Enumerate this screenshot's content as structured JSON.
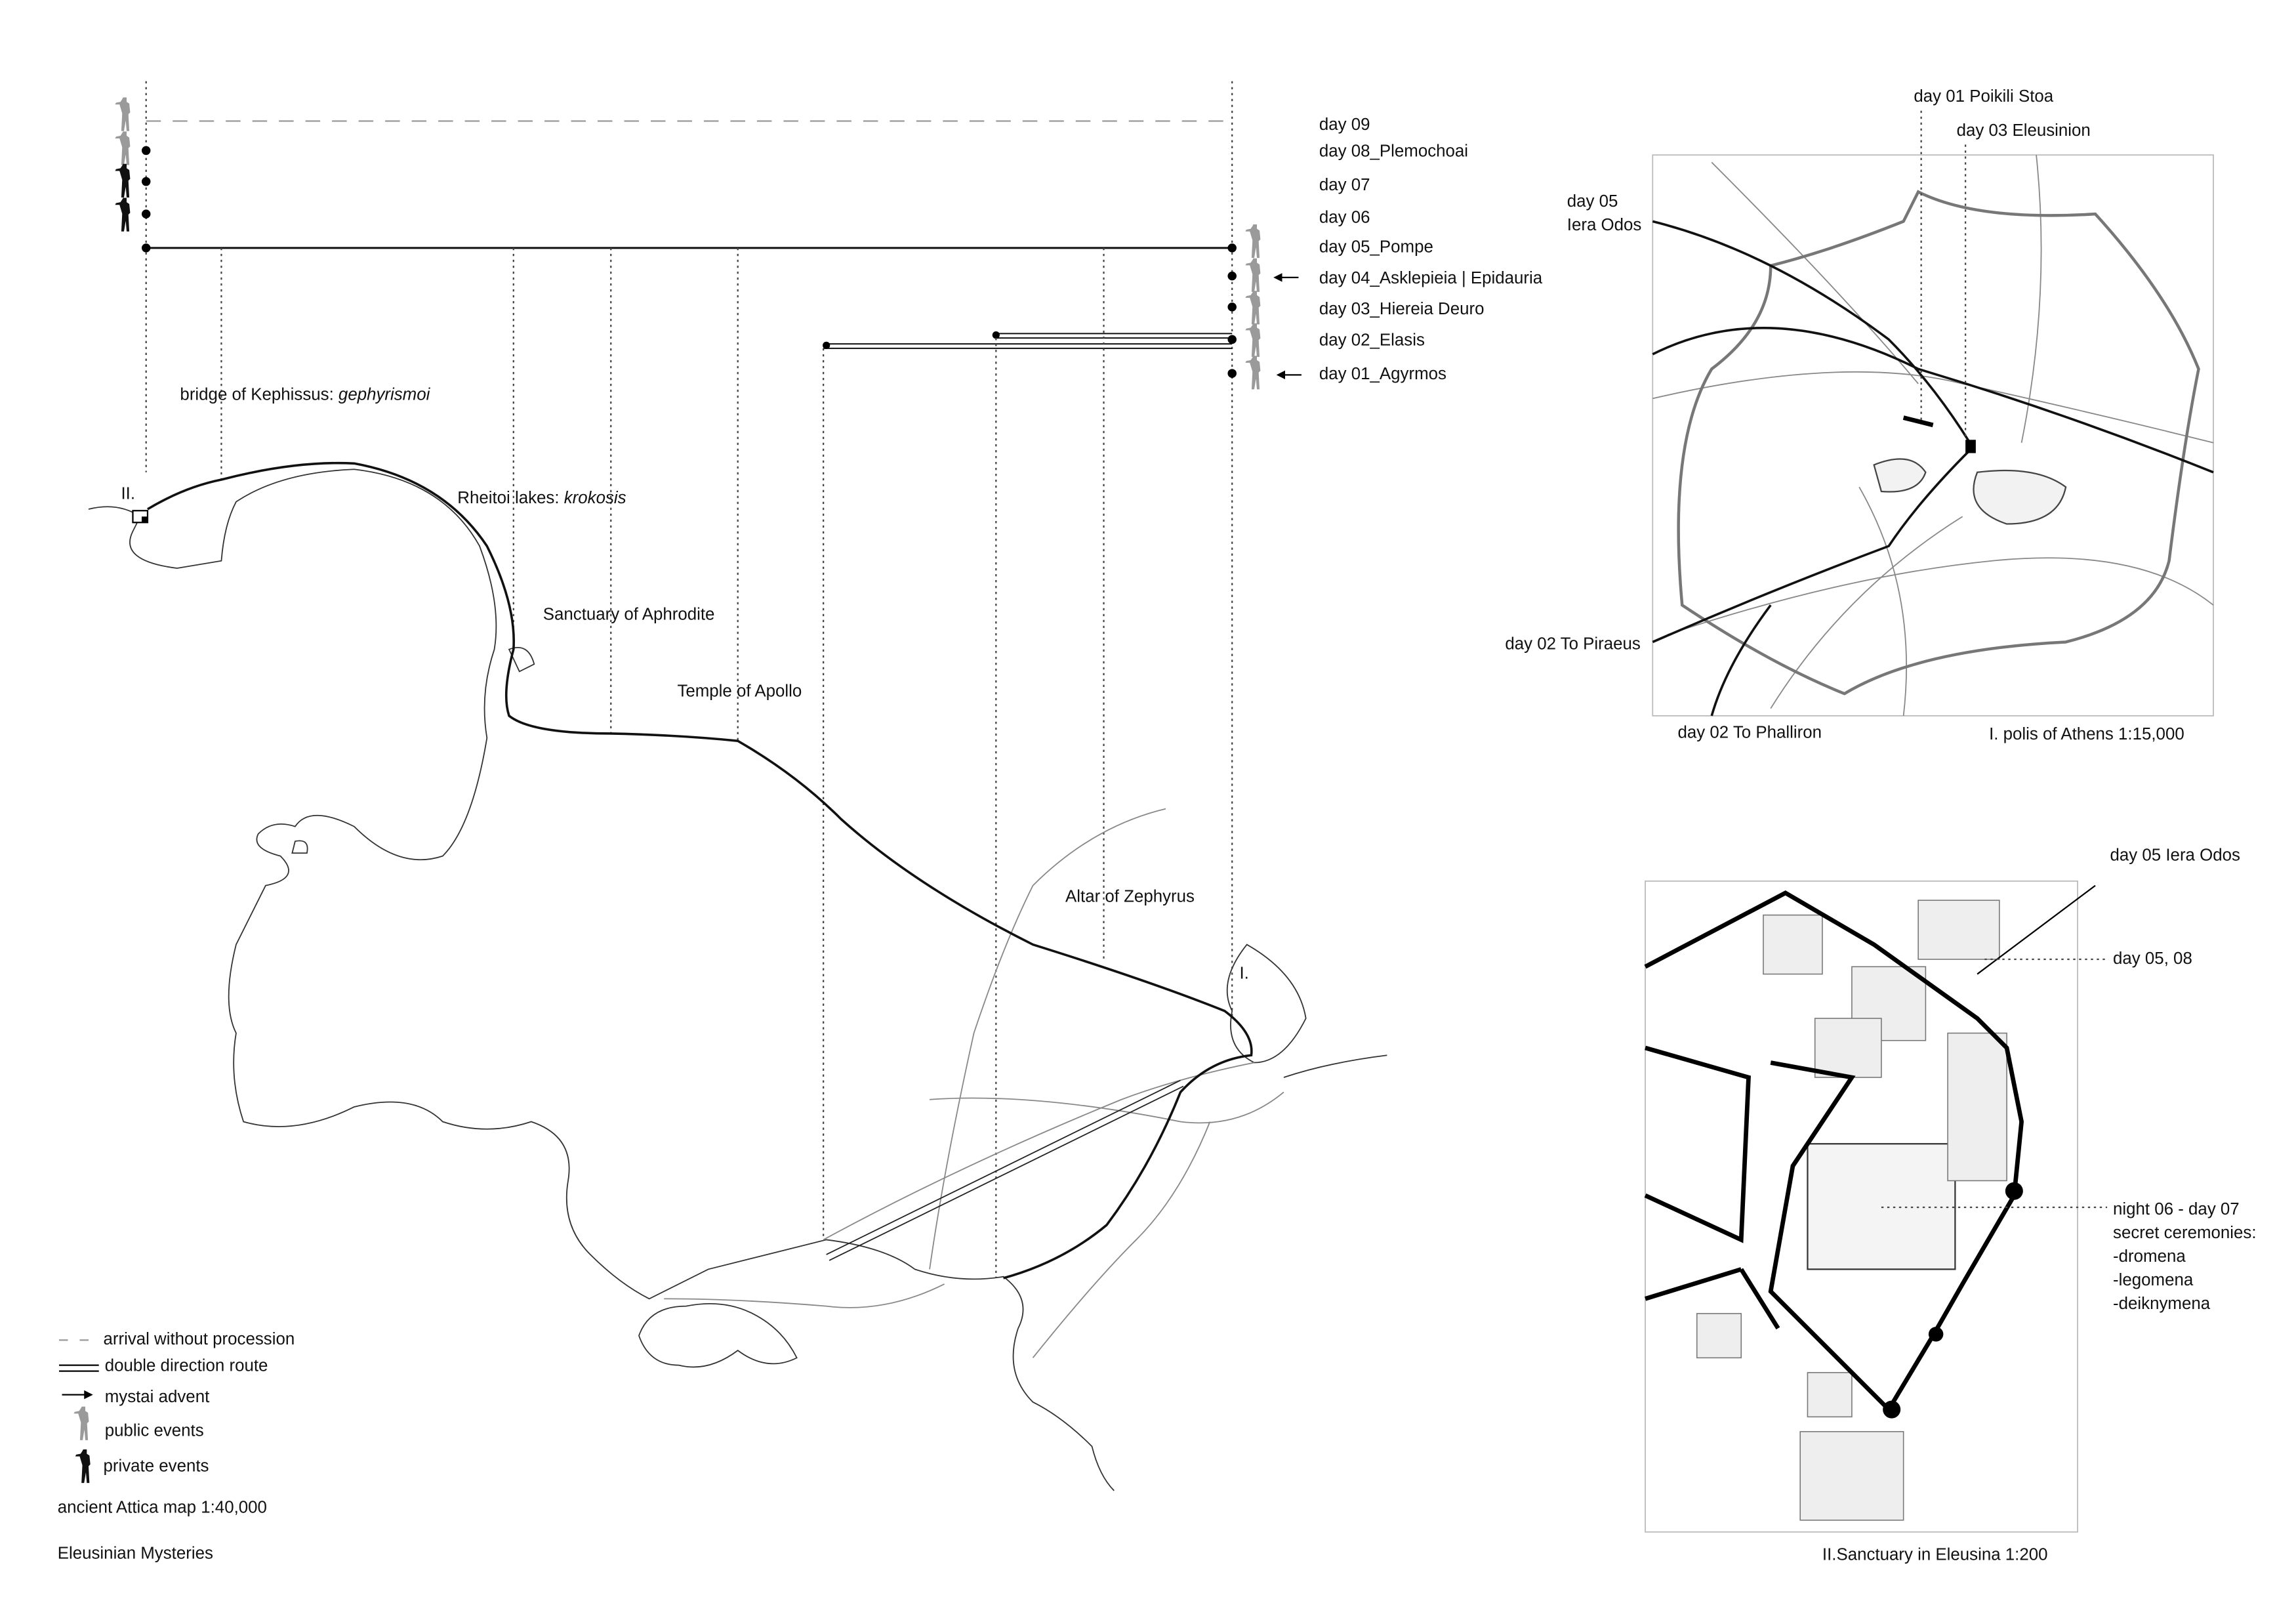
{
  "timeline": {
    "days": [
      {
        "label": "day 09"
      },
      {
        "label": "day 08_Plemochoai"
      },
      {
        "label": "day 07"
      },
      {
        "label": "day 06"
      },
      {
        "label": "day 05_Pompe"
      },
      {
        "label": "day 04_Asklepieia | Epidauria"
      },
      {
        "label": "day 03_Hiereia Deuro"
      },
      {
        "label": "day 02_Elasis"
      },
      {
        "label": "day 01_Agyrmos"
      }
    ]
  },
  "attica_map": {
    "labels": {
      "bridge_prefix": "bridge of Kephissus: ",
      "bridge_italic": "gephyrismoi",
      "eleusis_marker": "II.",
      "lakes_prefix": "Rheitoi lakes: ",
      "lakes_italic": "krokosis",
      "aphrodite": "Sanctuary of Aphrodite",
      "apollo": "Temple of Apollo",
      "zephyrus": "Altar of Zephyrus",
      "athens_marker": "I."
    },
    "scale_label": "ancient Attica map 1:40,000",
    "title": "Eleusinian Mysteries"
  },
  "legend": {
    "items": [
      {
        "label": "arrival without procession",
        "icon": "dashed-line"
      },
      {
        "label": "double direction route",
        "icon": "double-line"
      },
      {
        "label": "mystai advent",
        "icon": "arrow"
      },
      {
        "label": "public events",
        "icon": "figure-gray"
      },
      {
        "label": "private events",
        "icon": "figure-black"
      }
    ]
  },
  "athens_map": {
    "poikili_stoa": "day 01 Poikili Stoa",
    "eleusinion": "day 03 Eleusinion",
    "iera_odos_line1": "day 05",
    "iera_odos_line2": "Iera Odos",
    "piraeus": "day 02 To Piraeus",
    "phalliron": "day 02 To Phalliron",
    "caption": "I. polis of Athens 1:15,000"
  },
  "eleusis_map": {
    "iera_odos": "day 05 Iera Odos",
    "day_05_08": "day 05, 08",
    "night": "night 06 - day 07",
    "secret": "secret ceremonies:",
    "dromena": "-dromena",
    "legomena": "-legomena",
    "deiknymena": "-deiknymena",
    "caption": "II.Sanctuary in Eleusina 1:200"
  },
  "colors": {
    "public": "#9a9a9a",
    "private": "#111111"
  }
}
